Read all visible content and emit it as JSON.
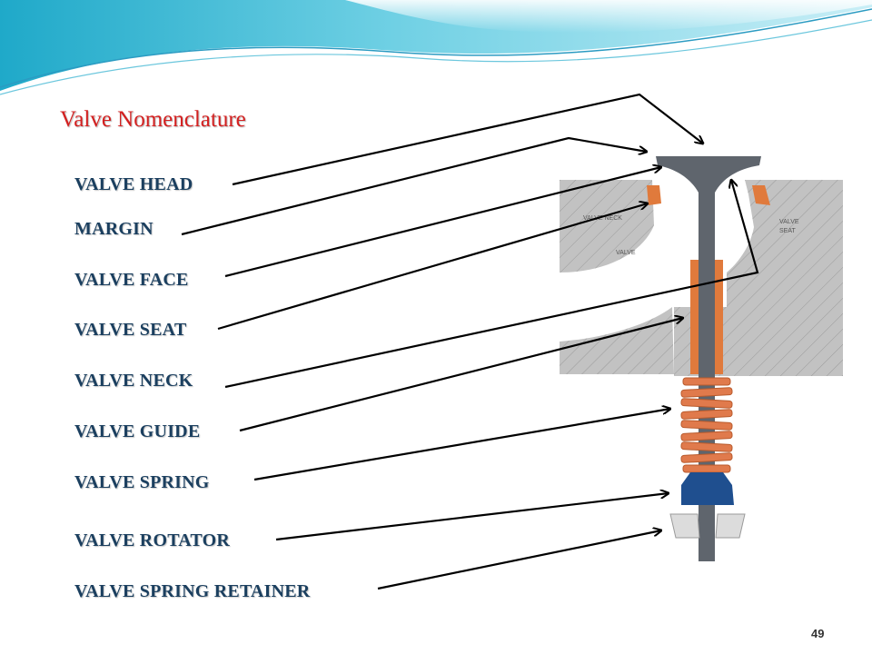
{
  "title": "Valve Nomenclature",
  "labels": [
    "VALVE HEAD",
    "MARGIN",
    "VALVE FACE",
    "VALVE SEAT",
    "VALVE NECK",
    "VALVE GUIDE",
    "VALVE SPRING",
    "VALVE ROTATOR",
    "VALVE SPRING RETAINER"
  ],
  "diagram_text": {
    "neck": "VALVE NECK",
    "valve": "VALVE",
    "seat_1": "VALVE",
    "seat_2": "SEAT"
  },
  "page_number": "49",
  "colors": {
    "title": "#d42020",
    "labels": "#1b3f5f",
    "valve_metal": "#5f656d",
    "guide": "#e07a3c",
    "spring": "#e07a4c",
    "rotator": "#1f4f8f",
    "head_block": "#bdbdbd"
  }
}
